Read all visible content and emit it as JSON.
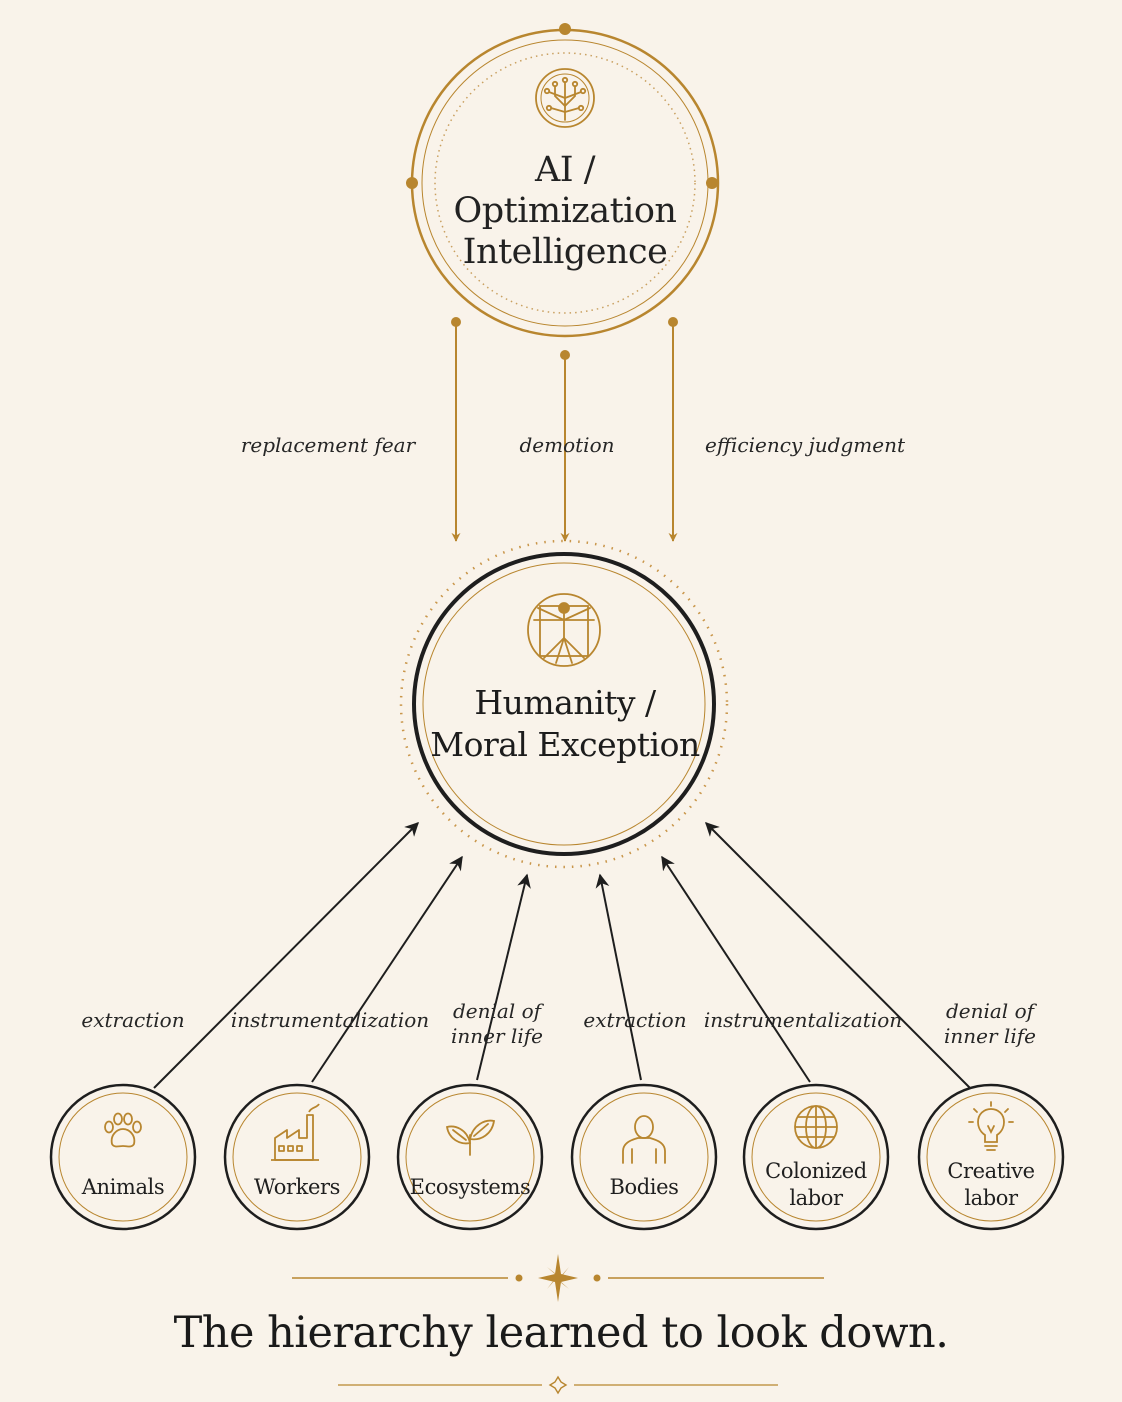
{
  "top_node": {
    "title_line1": "AI /",
    "title_line2": "Optimization",
    "title_line3": "Intelligence",
    "icon": "circuit-tree-icon"
  },
  "downward_relations": [
    "replacement fear",
    "demotion",
    "efficiency judgment"
  ],
  "center_node": {
    "title_line1": "Humanity /",
    "title_line2": "Moral Exception",
    "icon": "vitruvian-man-icon"
  },
  "upward_relations": [
    {
      "line1": "extraction",
      "line2": ""
    },
    {
      "line1": "instrumentalization",
      "line2": ""
    },
    {
      "line1": "denial of",
      "line2": "inner life"
    },
    {
      "line1": "extraction",
      "line2": ""
    },
    {
      "line1": "instrumentalization",
      "line2": ""
    },
    {
      "line1": "denial of",
      "line2": "inner life"
    }
  ],
  "bottom_nodes": [
    {
      "line1": "Animals",
      "line2": "",
      "icon": "paw-icon"
    },
    {
      "line1": "Workers",
      "line2": "",
      "icon": "factory-icon"
    },
    {
      "line1": "Ecosystems",
      "line2": "",
      "icon": "sprout-icon"
    },
    {
      "line1": "Bodies",
      "line2": "",
      "icon": "person-bust-icon"
    },
    {
      "line1": "Colonized",
      "line2": "labor",
      "icon": "globe-icon"
    },
    {
      "line1": "Creative",
      "line2": "labor",
      "icon": "lightbulb-icon"
    }
  ],
  "caption": "The hierarchy learned to look down.",
  "colors": {
    "background": "#f9f3ea",
    "gold": "#b8862f",
    "ink": "#1e1e1e"
  }
}
